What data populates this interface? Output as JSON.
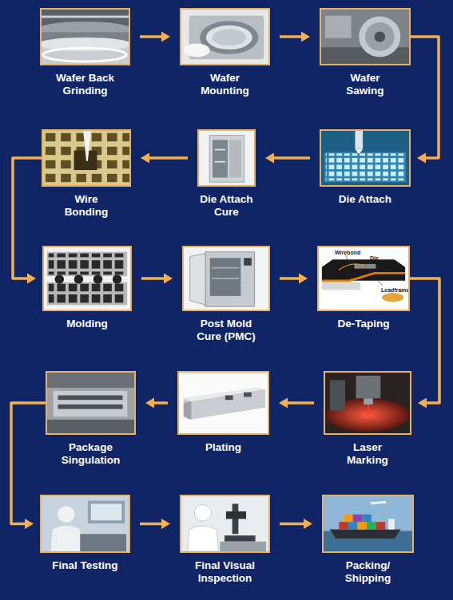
{
  "diagram": {
    "nodes": [
      {
        "text": [
          "Wafer Back Grinding"
        ]
      },
      {
        "text": [
          "Wafer Mounting"
        ]
      },
      {
        "text": [
          "Wafer Sawing"
        ]
      },
      {
        "text": [
          "Die Attach"
        ]
      },
      {
        "text": [
          "Die Attach Cure"
        ]
      },
      {
        "text": [
          "Wire Bonding"
        ]
      },
      {
        "text": [
          "Molding"
        ]
      },
      {
        "text": [
          "Post Mold Cure (PMC)"
        ]
      },
      {
        "text": [
          "De-Taping"
        ]
      },
      {
        "text": [
          "Laser Marking"
        ]
      },
      {
        "text": [
          "Plating"
        ]
      },
      {
        "text": [
          "Package Singulation"
        ]
      },
      {
        "text": [
          "Final Testing"
        ]
      },
      {
        "text": [
          "Final Visual Inspection"
        ]
      },
      {
        "text": [
          "Packing/ Shipping"
        ]
      }
    ],
    "edges": [
      {
        "from": 0,
        "to": 1,
        "arrow": "to"
      },
      {
        "from": 1,
        "to": 2,
        "arrow": "to"
      },
      {
        "from": 2,
        "to": 3,
        "arrow": "to"
      },
      {
        "from": 3,
        "to": 4,
        "arrow": "to"
      },
      {
        "from": 4,
        "to": 5,
        "arrow": "to"
      },
      {
        "from": 5,
        "to": 6,
        "arrow": "to"
      },
      {
        "from": 6,
        "to": 7,
        "arrow": "to"
      },
      {
        "from": 7,
        "to": 8,
        "arrow": "to"
      },
      {
        "from": 8,
        "to": 9,
        "arrow": "to"
      },
      {
        "from": 9,
        "to": 10,
        "arrow": "to"
      },
      {
        "from": 10,
        "to": 11,
        "arrow": "to"
      },
      {
        "from": 11,
        "to": 12,
        "arrow": "to"
      },
      {
        "from": 12,
        "to": 13,
        "arrow": "to"
      },
      {
        "from": 13,
        "to": 14,
        "arrow": "to"
      }
    ],
    "labels": [
      "Wirebond",
      "Die",
      "Leadframe"
    ]
  }
}
